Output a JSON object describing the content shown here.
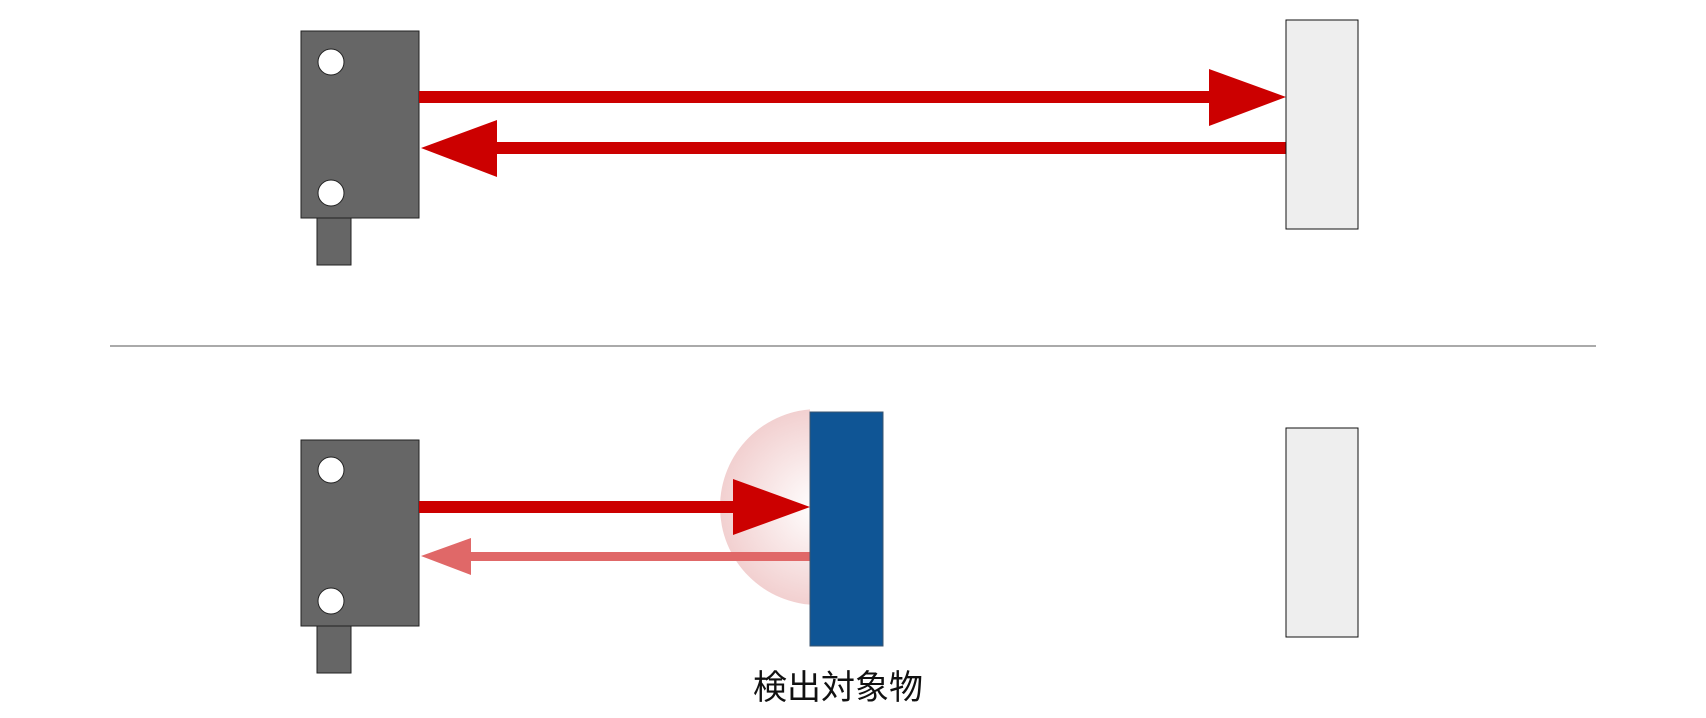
{
  "diagram": {
    "title": "Retro-reflective photoelectric sensor operation",
    "colors": {
      "sensor_body": "#666666",
      "reflector": "#eeeeee",
      "beam": "#cc0000",
      "beam_weak": "#e06868",
      "target": "#0f5595",
      "divider": "#555555"
    },
    "top_panel": {
      "state": "no-object",
      "elements": [
        "sensor",
        "emitted-beam",
        "reflected-beam",
        "reflector"
      ]
    },
    "bottom_panel": {
      "state": "object-detected",
      "elements": [
        "sensor",
        "emitted-beam",
        "diffuse-return-beam",
        "target-object",
        "reflector"
      ],
      "target_label": "検出対象物"
    }
  }
}
